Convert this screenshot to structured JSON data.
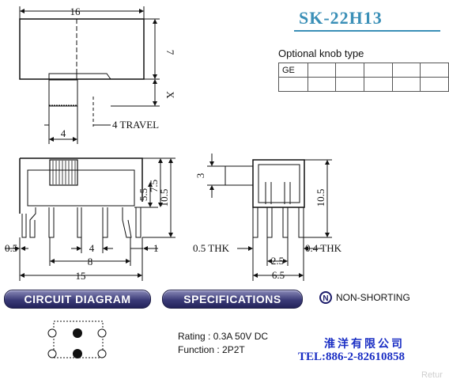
{
  "header": {
    "model": "SK-22H13"
  },
  "knob_table": {
    "caption": "Optional knob type",
    "rows": [
      [
        "GE",
        "",
        "",
        "",
        "",
        ""
      ],
      [
        "",
        "",
        "",
        "",
        "",
        ""
      ]
    ]
  },
  "dimensions": {
    "top_width": "16",
    "top_height": "7",
    "travel_x": "X",
    "knob_width": "4",
    "travel": "4 TRAVEL",
    "dim_3": "3",
    "dim_5_5": "5.5",
    "dim_7_5": "7.5",
    "dim_10_5_left": "10.5",
    "dim_10_5_right": "10.5",
    "dim_0_5": "0.5",
    "dim_4": "4",
    "dim_1": "1",
    "dim_8": "8",
    "dim_15": "15",
    "thk_left": "0.5 THK",
    "thk_right": "0.4 THK",
    "dim_2_5": "2.5",
    "dim_6_5": "6.5"
  },
  "banners": {
    "circuit": "CIRCUIT DIAGRAM",
    "specs": "SPECIFICATIONS"
  },
  "legend": {
    "icon_letter": "N",
    "text": "NON-SHORTING"
  },
  "specs": {
    "rating": "Rating : 0.3A 50V DC",
    "function": "Function : 2P2T"
  },
  "company": {
    "name": "淮洋有限公司",
    "tel": "TEL:886-2-82610858"
  },
  "watermark": "Retur"
}
